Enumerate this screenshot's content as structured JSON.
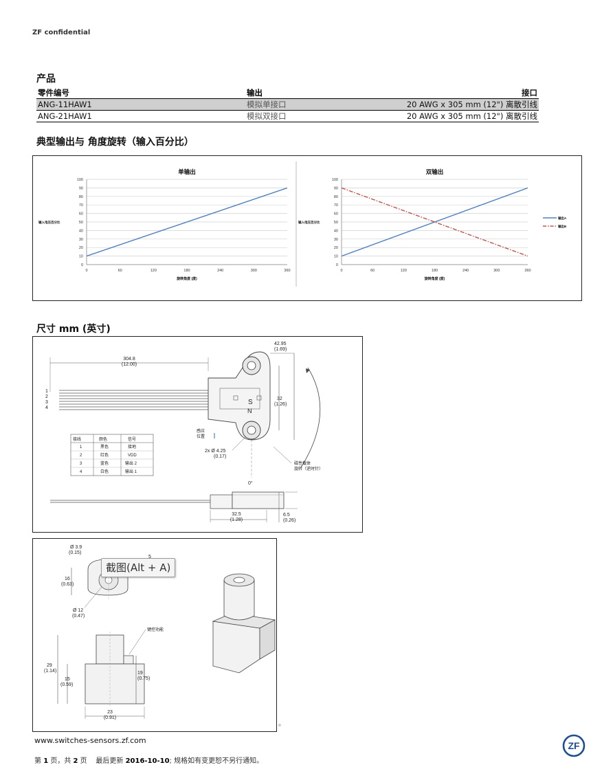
{
  "header": {
    "confidential": "ZF confidential"
  },
  "product": {
    "title": "产品",
    "columns": [
      "零件编号",
      "输出",
      "接口"
    ],
    "rows": [
      {
        "part": "ANG-11HAW1",
        "output": "模拟单接口",
        "interface": "20 AWG x 305 mm (12\") 离散引线"
      },
      {
        "part": "ANG-21HAW1",
        "output": "模拟双接口",
        "interface": "20 AWG x 305 mm (12\") 离散引线"
      }
    ]
  },
  "section_output": {
    "title": "典型输出与 角度旋转（输入百分比）"
  },
  "chart_data": [
    {
      "type": "line",
      "title": "单输出",
      "xlabel": "旋转角度 (度)",
      "ylabel": "输入电压百分比",
      "xlim": [
        0,
        360
      ],
      "ylim": [
        0,
        100
      ],
      "xticks": [
        0,
        60,
        120,
        180,
        240,
        300,
        360
      ],
      "yticks": [
        0,
        10,
        20,
        30,
        40,
        50,
        60,
        70,
        80,
        90,
        100
      ],
      "grid": true,
      "series": [
        {
          "x": [
            0,
            360
          ],
          "y": [
            10,
            90
          ],
          "color": "#4f81bd",
          "style": "solid"
        }
      ]
    },
    {
      "type": "line",
      "title": "双输出",
      "xlabel": "旋转角度 (度)",
      "ylabel": "输入电压百分比",
      "xlim": [
        0,
        360
      ],
      "ylim": [
        0,
        100
      ],
      "xticks": [
        0,
        60,
        120,
        180,
        240,
        300,
        360
      ],
      "yticks": [
        0,
        10,
        20,
        30,
        40,
        50,
        60,
        70,
        80,
        90,
        100
      ],
      "grid": true,
      "legend": "right",
      "series": [
        {
          "name": "输出A",
          "x": [
            0,
            360
          ],
          "y": [
            10,
            90
          ],
          "color": "#4f81bd",
          "style": "solid"
        },
        {
          "name": "输出B",
          "x": [
            0,
            360
          ],
          "y": [
            90,
            10
          ],
          "color": "#c0504d",
          "style": "dashdot"
        }
      ]
    }
  ],
  "section_dims": {
    "title": "尺寸 mm (英寸)"
  },
  "drawing1": {
    "length": "304.8",
    "length_in": "(12.00)",
    "width": "42.95",
    "width_in": "(1.69)",
    "pitch": "32",
    "pitch_in": "(1.26)",
    "hole": "2x Ø 4.25",
    "hole_in": "(0.17)",
    "sense_pos": [
      "感应",
      "位置"
    ],
    "magnet_rot": [
      "磁性载体",
      "旋转（逆时针）"
    ],
    "zero": "0°",
    "body_len": "32.5",
    "body_len_in": "(1.28)",
    "thick": "6.5",
    "thick_in": "(0.26)",
    "wire_nums": [
      "1",
      "2",
      "3",
      "4"
    ],
    "mark_s": "S",
    "mark_n": "N",
    "wire_table": {
      "headers": [
        "接线",
        "颜色",
        "信号"
      ],
      "rows": [
        [
          "1",
          "黑色",
          "接地"
        ],
        [
          "2",
          "红色",
          "VDD"
        ],
        [
          "3",
          "蓝色",
          "输出 2"
        ],
        [
          "4",
          "白色",
          "输出 1"
        ]
      ]
    }
  },
  "drawing2": {
    "d_small": "Ø 3.9",
    "d_small_in": "(0.15)",
    "five": "5",
    "h16": "16",
    "h16_in": "(0.63)",
    "d12": "Ø 12",
    "d12_in": "(0.47)",
    "key": "键控功能",
    "h29": "29",
    "h29_in": "(1.14)",
    "h15": "15",
    "h15_in": "(0.59)",
    "h19": "19",
    "h19_in": "(0.75)",
    "w23": "23",
    "w23_in": "(0.91)"
  },
  "overlay": {
    "tooltip": "截图(Alt + A)",
    "trail": "。"
  },
  "footer": {
    "url": "www.switches-sensors.zf.com",
    "page_prefix": "第 ",
    "page_num": "1",
    "page_mid": " 页，共 ",
    "page_total": "2",
    "page_suffix": " 页",
    "updated_label": "最后更新 ",
    "updated_date": "2016-10-10",
    "note": "; 规格如有变更恕不另行通知。"
  },
  "logo": {
    "text": "ZF",
    "color": "#1d4f91"
  }
}
